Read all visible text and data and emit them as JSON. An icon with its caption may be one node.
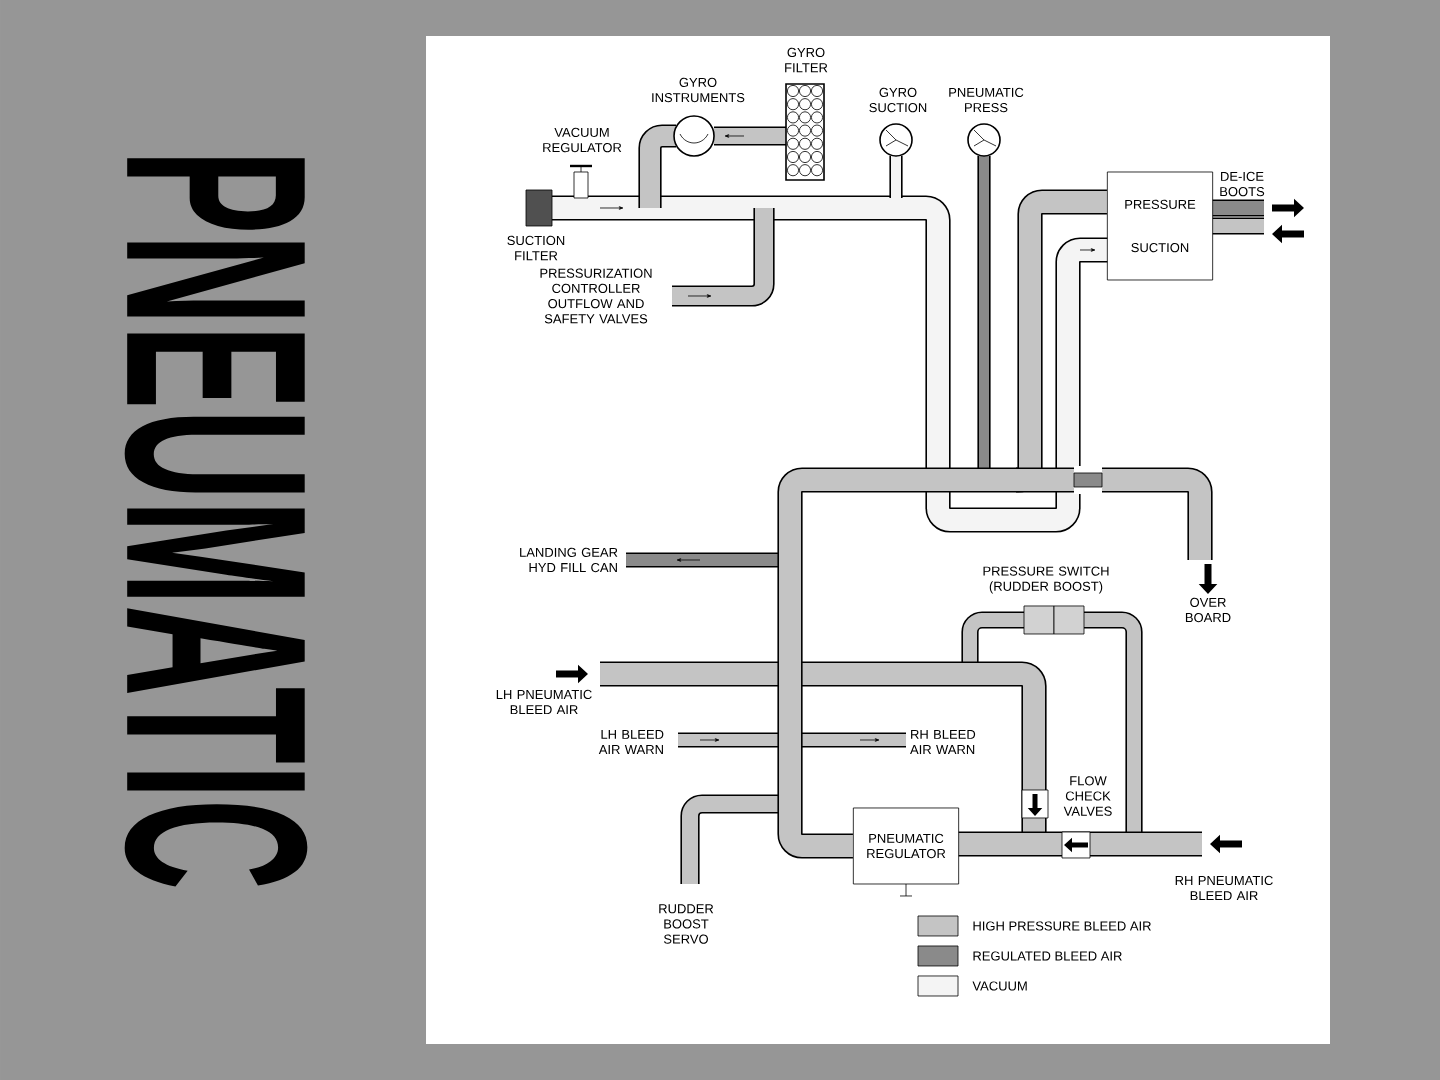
{
  "diagram": {
    "title": "PNEUMATIC",
    "nodes": [
      {
        "text": [
          "PRESSURE",
          "SUCTION"
        ]
      },
      {
        "text": [
          "PNEUMATIC REGULATOR"
        ]
      }
    ],
    "edges": [
      {
        "from": 1,
        "to": 0,
        "arrow": "none"
      }
    ],
    "labels": [
      "GYRO INSTRUMENTS",
      "GYRO FILTER",
      "GYRO SUCTION",
      "PNEUMATIC PRESS",
      "VACUUM REGULATOR",
      "DE-ICE BOOTS",
      "SUCTION FILTER",
      "PRESSURIZATION CONTROLLER OUTFLOW AND SAFETY VALVES",
      "LANDING GEAR HYD FILL CAN",
      "PRESSURE SWITCH (RUDDER BOOST)",
      "OVER BOARD",
      "LH PNEUMATIC BLEED AIR",
      "LH BLEED AIR WARN",
      "RH BLEED AIR WARN",
      "FLOW CHECK VALVES",
      "RH PNEUMATIC BLEED AIR",
      "RUDDER BOOST SERVO"
    ],
    "legend": [
      {
        "text": "HIGH PRESSURE BLEED AIR",
        "color": "#c4c4c4"
      },
      {
        "text": "REGULATED BLEED AIR",
        "color": "#8a8a8a"
      },
      {
        "text": "VACUUM",
        "color": "#f4f4f4"
      }
    ]
  }
}
